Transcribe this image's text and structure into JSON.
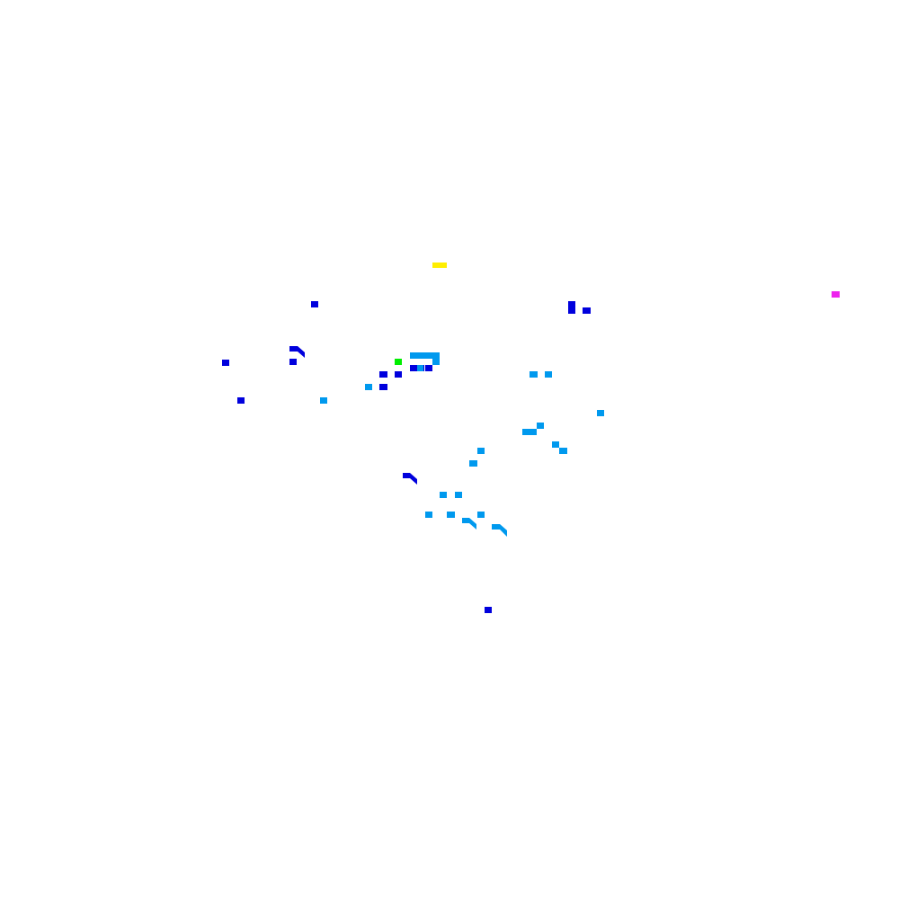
{
  "colors": {
    "background": "#ffffff",
    "dark_blue": "#0000dd",
    "sky_blue": "#0099ee",
    "green": "#00ee00",
    "yellow": "#ffee00",
    "magenta": "#ee22ee"
  },
  "markers": [
    {
      "id": "marker-yellow-top",
      "color": "yellow",
      "shape": "bar"
    },
    {
      "id": "marker-magenta-right",
      "color": "magenta",
      "shape": "square"
    },
    {
      "id": "marker-green-center",
      "color": "green",
      "shape": "square"
    },
    {
      "id": "marker-db-1",
      "color": "dark_blue",
      "shape": "square"
    },
    {
      "id": "marker-db-2",
      "color": "dark_blue",
      "shape": "square"
    },
    {
      "id": "marker-db-3",
      "color": "dark_blue",
      "shape": "square"
    },
    {
      "id": "marker-db-4",
      "color": "dark_blue",
      "shape": "square"
    },
    {
      "id": "marker-db-5",
      "color": "dark_blue",
      "shape": "square"
    },
    {
      "id": "marker-db-6",
      "color": "dark_blue",
      "shape": "square"
    },
    {
      "id": "marker-db-7",
      "color": "dark_blue",
      "shape": "square"
    },
    {
      "id": "marker-db-8",
      "color": "dark_blue",
      "shape": "square"
    },
    {
      "id": "marker-db-9",
      "color": "dark_blue",
      "shape": "square"
    },
    {
      "id": "marker-db-10",
      "color": "dark_blue",
      "shape": "square"
    },
    {
      "id": "marker-db-11",
      "color": "dark_blue",
      "shape": "square"
    },
    {
      "id": "marker-db-12",
      "color": "dark_blue",
      "shape": "square"
    },
    {
      "id": "marker-db-13",
      "color": "dark_blue",
      "shape": "square"
    },
    {
      "id": "marker-db-hook-1",
      "color": "dark_blue",
      "shape": "hook"
    },
    {
      "id": "marker-db-hook-2",
      "color": "dark_blue",
      "shape": "hook"
    },
    {
      "id": "marker-sb-1",
      "color": "sky_blue",
      "shape": "square"
    },
    {
      "id": "marker-sb-2",
      "color": "sky_blue",
      "shape": "square"
    },
    {
      "id": "marker-sb-3",
      "color": "sky_blue",
      "shape": "square"
    },
    {
      "id": "marker-sb-4",
      "color": "sky_blue",
      "shape": "square"
    },
    {
      "id": "marker-sb-5",
      "color": "sky_blue",
      "shape": "square"
    },
    {
      "id": "marker-sb-6",
      "color": "sky_blue",
      "shape": "square"
    },
    {
      "id": "marker-sb-7",
      "color": "sky_blue",
      "shape": "square"
    },
    {
      "id": "marker-sb-8",
      "color": "sky_blue",
      "shape": "square"
    },
    {
      "id": "marker-sb-9",
      "color": "sky_blue",
      "shape": "square"
    },
    {
      "id": "marker-sb-10",
      "color": "sky_blue",
      "shape": "square"
    },
    {
      "id": "marker-sb-11",
      "color": "sky_blue",
      "shape": "square"
    },
    {
      "id": "marker-sb-12",
      "color": "sky_blue",
      "shape": "square"
    },
    {
      "id": "marker-sb-13",
      "color": "sky_blue",
      "shape": "square"
    },
    {
      "id": "marker-sb-14",
      "color": "sky_blue",
      "shape": "square"
    },
    {
      "id": "marker-sb-15",
      "color": "sky_blue",
      "shape": "square"
    },
    {
      "id": "marker-sb-16",
      "color": "sky_blue",
      "shape": "square"
    },
    {
      "id": "marker-sb-17",
      "color": "sky_blue",
      "shape": "square"
    },
    {
      "id": "marker-sb-bar",
      "color": "sky_blue",
      "shape": "bar"
    },
    {
      "id": "marker-sb-bracket",
      "color": "sky_blue",
      "shape": "bracket"
    },
    {
      "id": "marker-sb-hook-1",
      "color": "sky_blue",
      "shape": "hook"
    },
    {
      "id": "marker-sb-hook-2",
      "color": "sky_blue",
      "shape": "hook"
    }
  ]
}
